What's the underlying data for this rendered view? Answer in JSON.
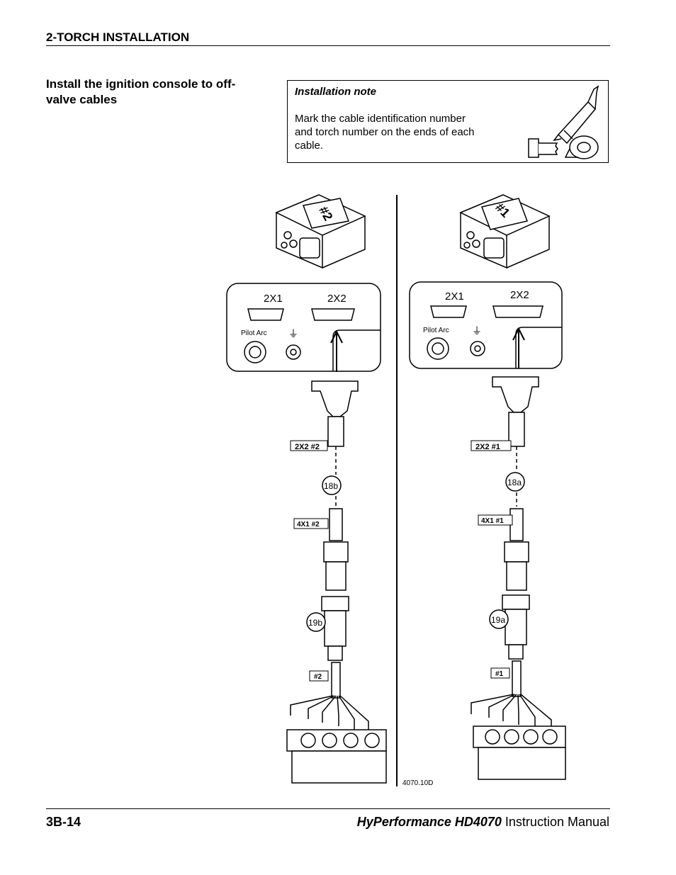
{
  "header": {
    "section_title": "2-TORCH INSTALLATION"
  },
  "section": {
    "heading": "Install the ignition console to off-valve cables"
  },
  "note": {
    "title": "Installation note",
    "text": "Mark the cable identification number and torch number on the ends of each cable."
  },
  "figure": {
    "left": {
      "box_tag": "#2",
      "port_1": "2X1",
      "port_2": "2X2",
      "pilot_arc": "Pilot Arc",
      "cable_tag_top": "2X2 #2",
      "callout_1": "18b",
      "cable_tag_mid": "4X1 #2",
      "callout_2": "19b",
      "cable_tag_bottom": "#2"
    },
    "right": {
      "box_tag": "#1",
      "port_1": "2X1",
      "port_2": "2X2",
      "pilot_arc": "Pilot Arc",
      "cable_tag_top": "2X2 #1",
      "callout_1": "18a",
      "cable_tag_mid": "4X1 #1",
      "callout_2": "19a",
      "cable_tag_bottom": "#1"
    },
    "drawing_number": "4070.10D"
  },
  "footer": {
    "page_number": "3B-14",
    "product": "HyPerformance HD4070",
    "manual": "Instruction Manual"
  }
}
